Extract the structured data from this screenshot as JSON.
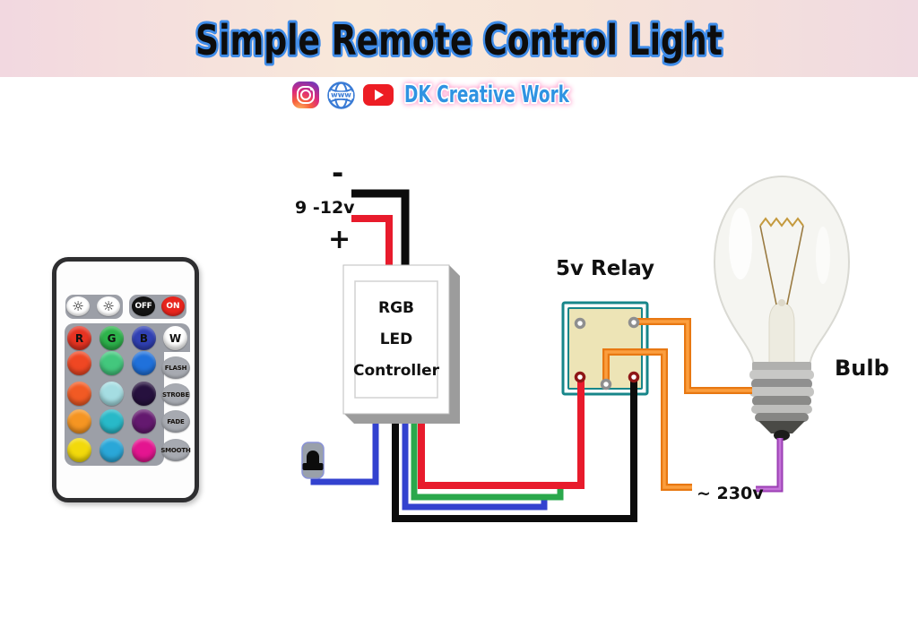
{
  "header": {
    "title": "Simple Remote Control Light",
    "brand": "DK Creative Work",
    "www_label": "www",
    "social_icons": [
      "instagram-icon",
      "www-globe-icon",
      "youtube-icon"
    ]
  },
  "remote": {
    "buttons": {
      "brightness_up": "☼",
      "brightness_down": "☼",
      "off": "OFF",
      "on": "ON",
      "r": "R",
      "g": "G",
      "b": "B",
      "w": "W",
      "modes": [
        "FLASH",
        "STROBE",
        "FADE",
        "SMOOTH"
      ]
    },
    "button_colors": {
      "off": "#141414",
      "on": "#e8251d",
      "r": "#e63322",
      "g": "#2db34b",
      "b": "#3040b4",
      "w": "#ffffff"
    },
    "color_grid": [
      [
        "#ef4723",
        "#43c77d",
        "#2071db"
      ],
      [
        "#f15a24",
        "#a5dde2",
        "#26113e"
      ],
      [
        "#f59522",
        "#28b9c8",
        "#64196f"
      ],
      [
        "#f2d90b",
        "#2aa7d8",
        "#e41590"
      ]
    ]
  },
  "diagram": {
    "labels": {
      "minus": "-",
      "supply": "9 -12v",
      "plus": "+",
      "controller": [
        "RGB",
        "LED",
        "Controller"
      ],
      "relay": "5v Relay",
      "bulb": "Bulb",
      "mains": "~ 230v"
    },
    "colors": {
      "wire_black": "#0c0c0c",
      "wire_red": "#e81b2c",
      "wire_blue": "#3342cf",
      "wire_green": "#2aa84c",
      "wire_orange": "#e87812",
      "wire_orange_light": "#fb9e3e",
      "wire_purple": "#9c3fb5",
      "wire_purple_light": "#c473d8",
      "relay_fill": "#ede4b6",
      "relay_border": "#17868a",
      "pin_gray": "#8f8f8f",
      "pin_red": "#8e1616"
    }
  }
}
